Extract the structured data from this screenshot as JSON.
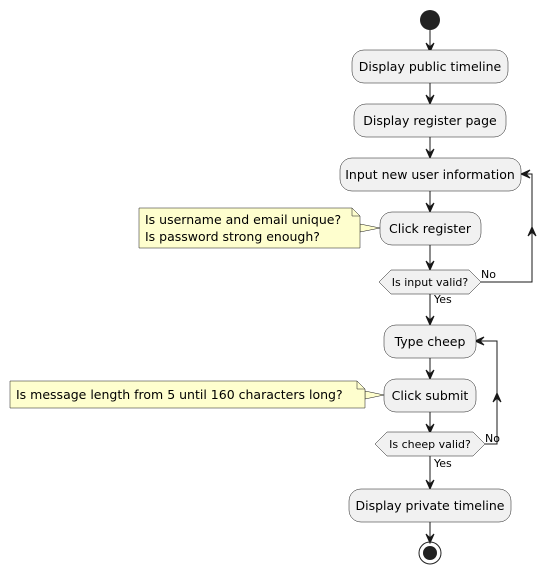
{
  "diagram": {
    "nodes": {
      "display_public_timeline": "Display public timeline",
      "display_register_page": "Display register page",
      "input_new_user_information": "Input new user information",
      "click_register": "Click register",
      "type_cheep": "Type cheep",
      "click_submit": "Click submit",
      "display_private_timeline": "Display private timeline"
    },
    "decisions": {
      "input_valid": {
        "question": "Is input valid?",
        "yes_label": "Yes",
        "no_label": "No"
      },
      "cheep_valid": {
        "question": "Is cheep valid?",
        "yes_label": "Yes",
        "no_label": "No"
      }
    },
    "notes": {
      "register_note": {
        "line1": "Is username and email unique?",
        "line2": "Is password strong enough?"
      },
      "submit_note": {
        "line1": "Is message length from 5 until 160 characters long?"
      }
    }
  }
}
